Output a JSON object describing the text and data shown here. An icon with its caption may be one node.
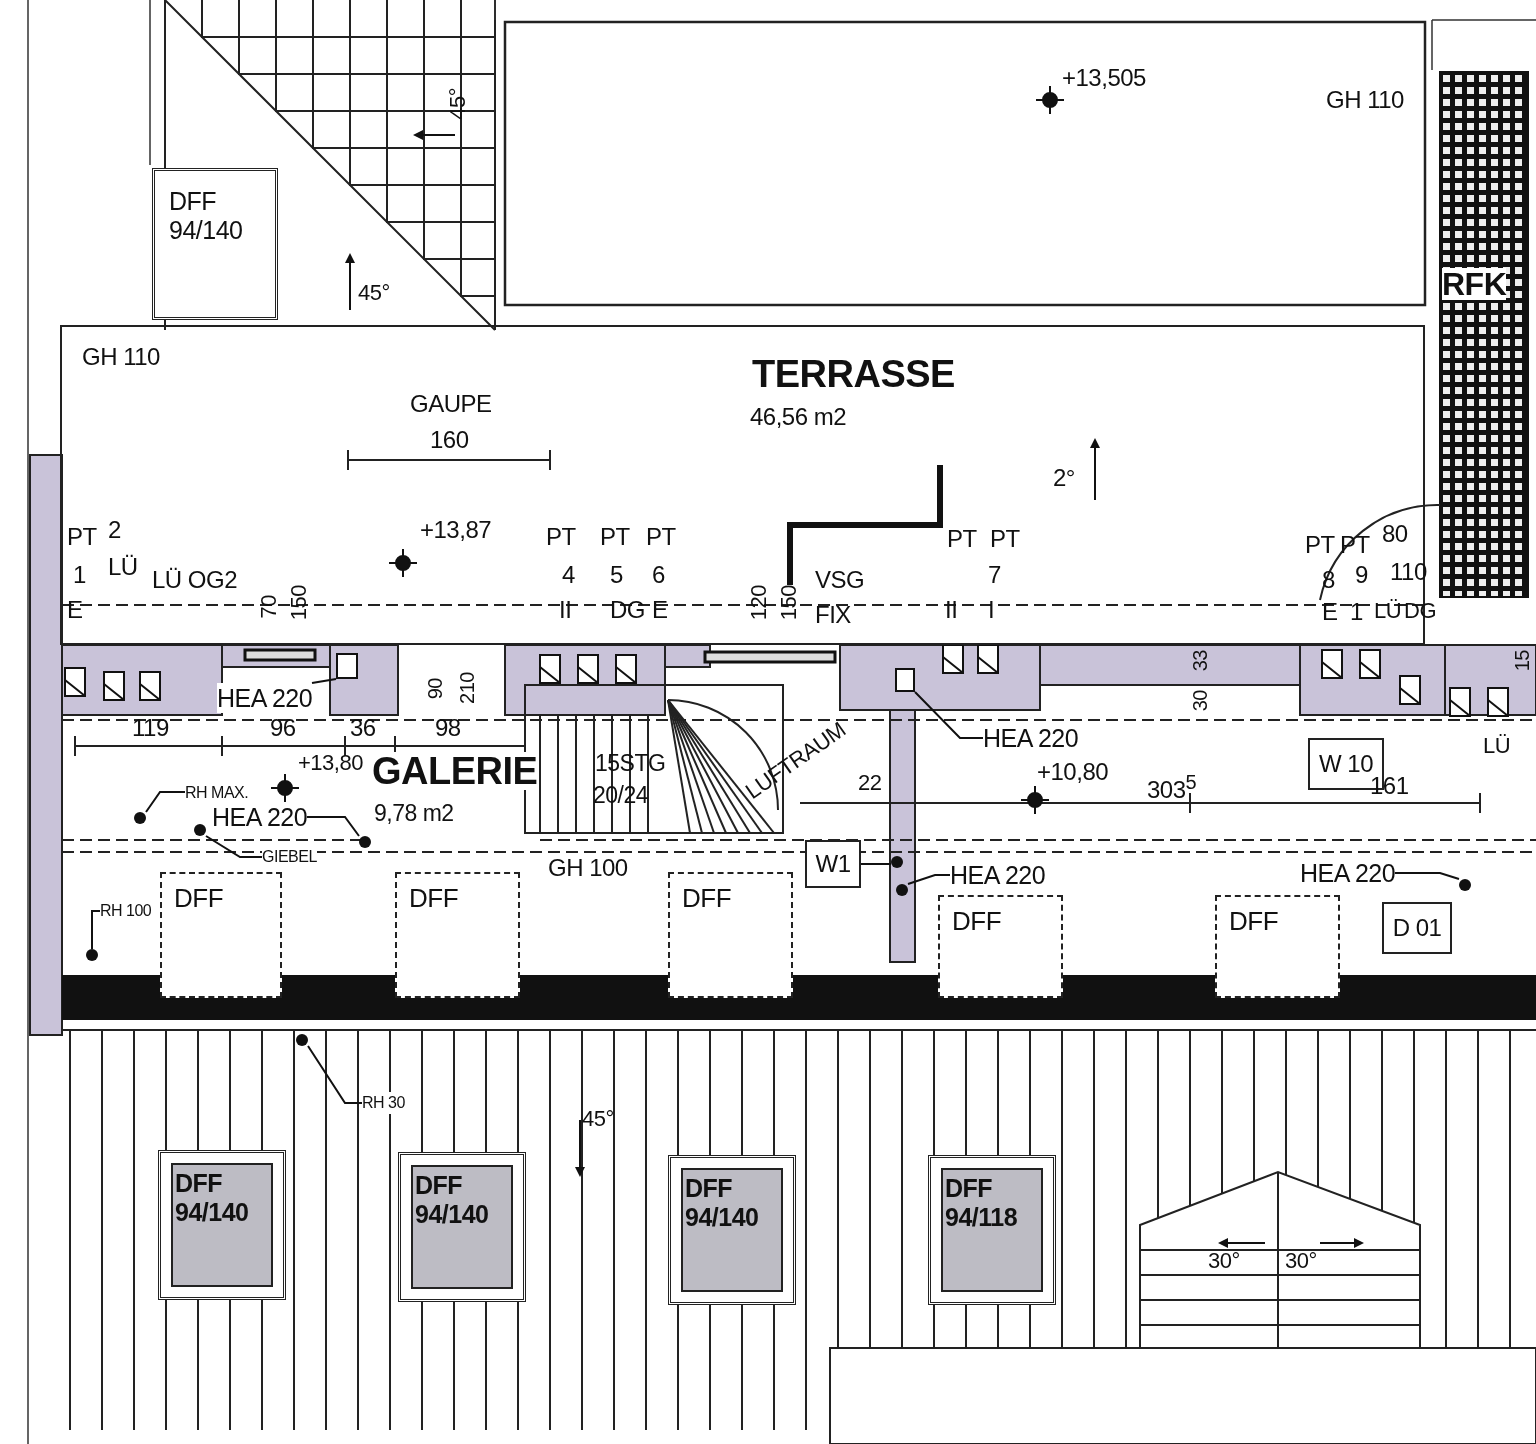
{
  "diagram": {
    "nodes": [
      {
        "text": [
          "DFF",
          "94/140"
        ]
      },
      {
        "text": [
          "TERRASSE",
          "46,56 m2"
        ]
      },
      {
        "text": [
          "HEA 220"
        ]
      },
      {
        "text": [
          "HEA 220"
        ]
      },
      {
        "text": [
          "W 10"
        ]
      },
      {
        "text": [
          "GALERIE",
          "9,78 m2"
        ]
      },
      {
        "text": [
          "RH MAX."
        ]
      },
      {
        "text": [
          "HEA 220"
        ]
      },
      {
        "text": [
          "W1"
        ]
      },
      {
        "text": [
          "HEA 220"
        ]
      },
      {
        "text": [
          "HEA 220"
        ]
      },
      {
        "text": [
          "GIEBEL"
        ]
      },
      {
        "text": [
          "RH 100"
        ]
      },
      {
        "text": [
          "DFF"
        ]
      },
      {
        "text": [
          "DFF"
        ]
      },
      {
        "text": [
          "DFF"
        ]
      },
      {
        "text": [
          "DFF"
        ]
      },
      {
        "text": [
          "DFF"
        ]
      },
      {
        "text": [
          "D 01"
        ]
      },
      {
        "text": [
          "RH 30"
        ]
      },
      {
        "text": [
          "DFF",
          "94/140"
        ]
      },
      {
        "text": [
          "DFF",
          "94/140"
        ]
      },
      {
        "text": [
          "DFF",
          "94/140"
        ]
      },
      {
        "text": [
          "DFF",
          "94/118"
        ]
      },
      {
        "text": [],
        "shape": "box"
      },
      {
        "text": [],
        "shape": "box"
      },
      {
        "text": [],
        "shape": "circle"
      },
      {
        "text": [],
        "shape": "circle"
      },
      {
        "text": [],
        "shape": "circle"
      },
      {
        "text": [],
        "shape": "circle"
      },
      {
        "text": [],
        "shape": "circle"
      },
      {
        "text": [],
        "shape": "circle"
      },
      {
        "text": [],
        "shape": "circle"
      },
      {
        "text": [],
        "shape": "circle"
      }
    ],
    "edges": [
      {
        "from": 2,
        "to": 24,
        "arrow": "none"
      },
      {
        "from": 3,
        "to": 25,
        "arrow": "none"
      },
      {
        "from": 6,
        "to": 26,
        "arrow": "none"
      },
      {
        "from": 7,
        "to": 28,
        "arrow": "none"
      },
      {
        "from": 8,
        "to": 29,
        "arrow": "none"
      },
      {
        "from": 9,
        "to": 31,
        "arrow": "none"
      },
      {
        "from": 10,
        "to": 30,
        "arrow": "none"
      },
      {
        "from": 11,
        "to": 27,
        "arrow": "none"
      },
      {
        "from": 12,
        "to": 32,
        "arrow": "none"
      },
      {
        "from": 19,
        "to": 33,
        "arrow": "none"
      }
    ],
    "labels": [
      "+13,505",
      "GH 110",
      "45°",
      "45°",
      "RFK",
      "GH 110",
      "GAUPE",
      "160",
      "2°",
      "PT",
      "2",
      "+13,87",
      "PT",
      "PT",
      "PT",
      "PT",
      "PT",
      "PT",
      "PT",
      "80",
      "1",
      "LÜ",
      "LÜ OG2",
      "4",
      "5",
      "6",
      "VSG",
      "7",
      "8",
      "9",
      "110",
      "E",
      "70",
      "150",
      "II",
      "DG",
      "E",
      "120",
      "150",
      "FIX",
      "II",
      "I",
      "E",
      "1",
      "LÜ",
      "DG",
      "90",
      "210",
      "33",
      "15",
      "30",
      "119",
      "96",
      "36",
      "98",
      "LÜ",
      "+13,80",
      "15STG",
      "22",
      "+10,80",
      "303$^{5}$",
      "161",
      "20/24",
      "LUFTRAUM",
      "GH 100",
      "45°",
      "30°",
      "30°"
    ]
  }
}
